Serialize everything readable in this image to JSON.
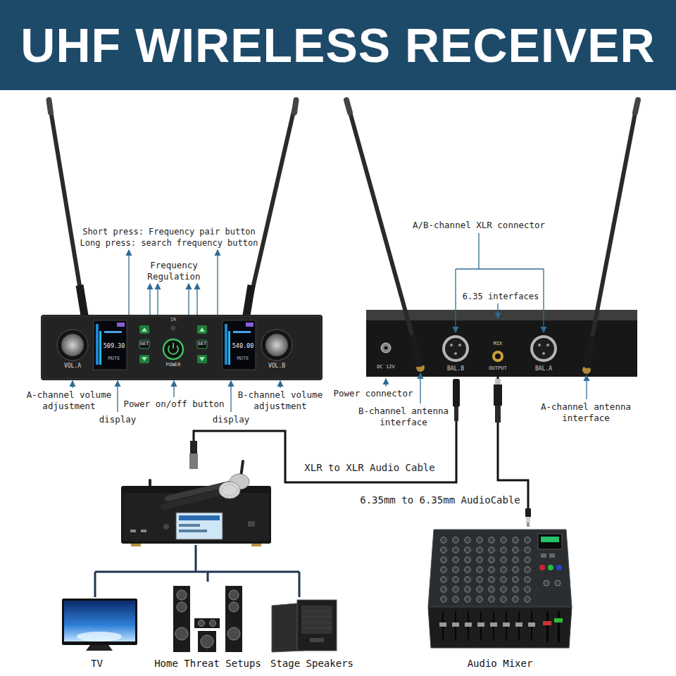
{
  "diagram": {
    "title": "UHF WIRELESS RECEIVER",
    "nodes": [
      {
        "text": [
          "VOL.A",
          "509.30",
          "MUTE",
          "SET",
          "IR",
          "POWER",
          "SET",
          "540.00",
          "MUTE",
          "VOL.B"
        ]
      },
      {
        "text": [
          "DC 12V",
          "BAL.B",
          "MIX",
          "OUTPUT",
          "BAL.A"
        ]
      },
      {
        "text": [
          "TV"
        ]
      },
      {
        "text": [
          "Home Threat Setups"
        ]
      },
      {
        "text": [
          "Stage Speakers"
        ]
      },
      {
        "text": [
          "Audio Mixer"
        ]
      }
    ],
    "edges": [
      {
        "from": 1,
        "to": 5,
        "label": "6.35mm to 6.35mm AudioCable",
        "arrow": "none"
      }
    ],
    "labels": [
      "Short press: Frequency pair button",
      "Long press: search frequency button",
      "Frequency Regulation",
      "A-channel volume adjustment",
      "display",
      "Power on/off button",
      "B-channel volume adjustment",
      "display",
      "A/B-channel XLR connector",
      "6.35 interfaces",
      "Power connector",
      "B-channel antenna interface",
      "A-channel antenna interface",
      "XLR to XLR Audio Cable"
    ]
  }
}
